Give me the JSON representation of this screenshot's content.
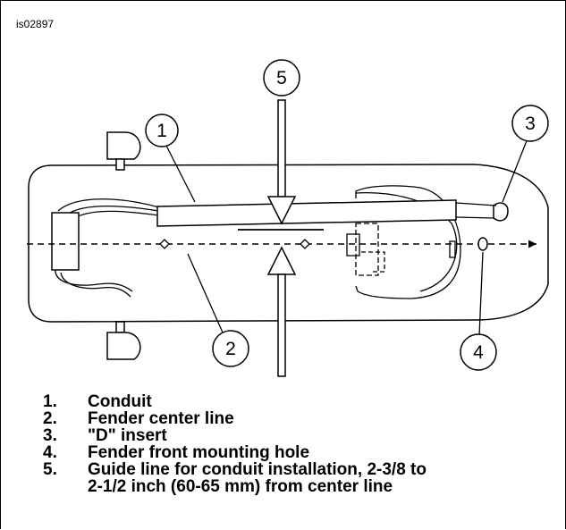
{
  "figure_id": "is02897",
  "callouts": [
    {
      "number": "1"
    },
    {
      "number": "2"
    },
    {
      "number": "3"
    },
    {
      "number": "4"
    },
    {
      "number": "5"
    }
  ],
  "legend": [
    {
      "number": "1.",
      "text": "Conduit"
    },
    {
      "number": "2.",
      "text": "Fender center line"
    },
    {
      "number": "3.",
      "text": "\"D\" insert"
    },
    {
      "number": "4.",
      "text": "Fender front mounting hole"
    },
    {
      "number": "5.",
      "text": "Guide line for conduit installation, 2-3/8 to\n2-1/2 inch (60-65 mm) from center line"
    }
  ]
}
